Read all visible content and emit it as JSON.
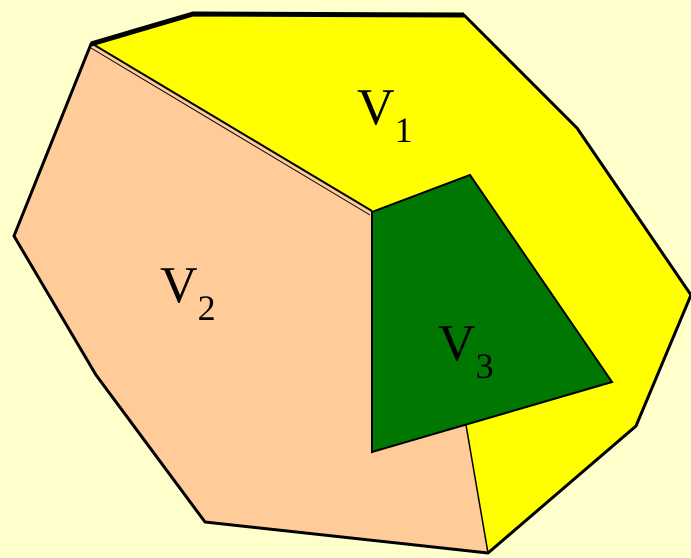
{
  "colors": {
    "background": "#ffffcc",
    "region_v1": "#ffff00",
    "region_v2": "#ffcc99",
    "region_v3": "#007700",
    "outline": "#000000"
  },
  "regions": [
    {
      "id": "v1",
      "letter": "V",
      "subscript": "1"
    },
    {
      "id": "v2",
      "letter": "V",
      "subscript": "2"
    },
    {
      "id": "v3",
      "letter": "V",
      "subscript": "3"
    }
  ]
}
